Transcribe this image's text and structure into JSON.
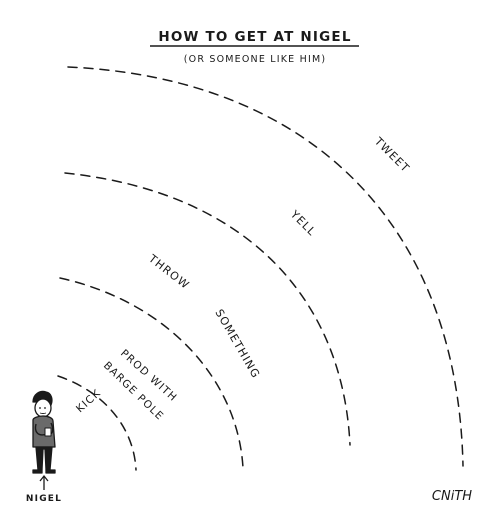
{
  "title": "HOW TO GET AT NIGEL",
  "subtitle": "(OR SOMEONE LIKE HIM)",
  "labels": {
    "kick": "KICK",
    "prod_line1": "PROD WITH",
    "prod_line2": "BARGE POLE",
    "throw_word1": "THROW",
    "throw_word2": "SOMETHING",
    "yell": "YELL",
    "tweet": "TWEET"
  },
  "person_label": "NIGEL",
  "signature": "CNiTH",
  "colors": {
    "ink": "#1a1a1a",
    "shirt": "#6a6a6a",
    "background": "#ffffff"
  }
}
